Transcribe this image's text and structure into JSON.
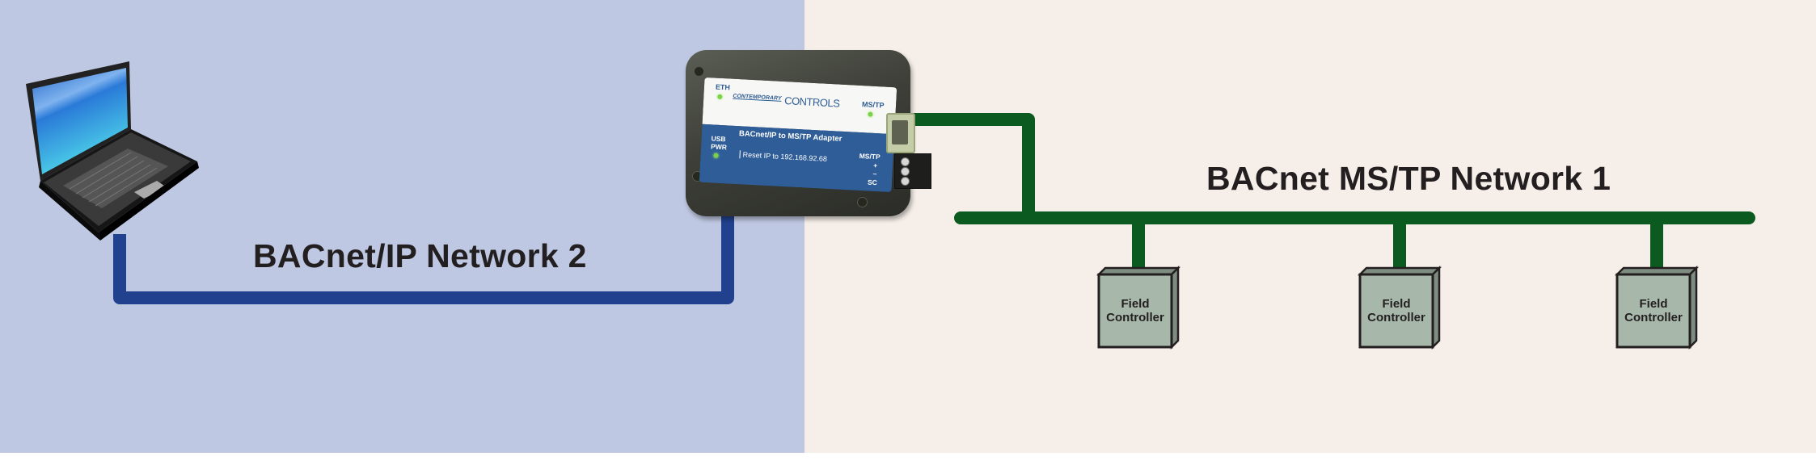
{
  "colors": {
    "ip_background": "#BFC8E2",
    "mstp_background": "#F6EFE9",
    "ip_line": "#21418F",
    "mstp_line": "#0B5A20",
    "field_controller_fill": "#A7B7AA",
    "field_controller_side": "#7F8C82",
    "text": "#231F20"
  },
  "networks": {
    "ip": {
      "title": "BACnet/IP Network 2"
    },
    "mstp": {
      "title": "BACnet MS/TP Network 1"
    }
  },
  "device": {
    "brand": "CONTEMPORARY",
    "brand_big": "CONTROLS",
    "model": "BACnet/IP to MS/TP Adapter",
    "reset_label": "Reset IP to 192.168.92.68",
    "led_eth": "ETH",
    "led_mstp": "MS/TP",
    "led_usb": "USB",
    "led_pwr": "PWR",
    "terminal_label": "MS/TP",
    "terminal_plus": "+",
    "terminal_minus": "–",
    "terminal_sc": "SC"
  },
  "field_controllers": [
    {
      "line1": "Field",
      "line2": "Controller"
    },
    {
      "line1": "Field",
      "line2": "Controller"
    },
    {
      "line1": "Field",
      "line2": "Controller"
    }
  ]
}
